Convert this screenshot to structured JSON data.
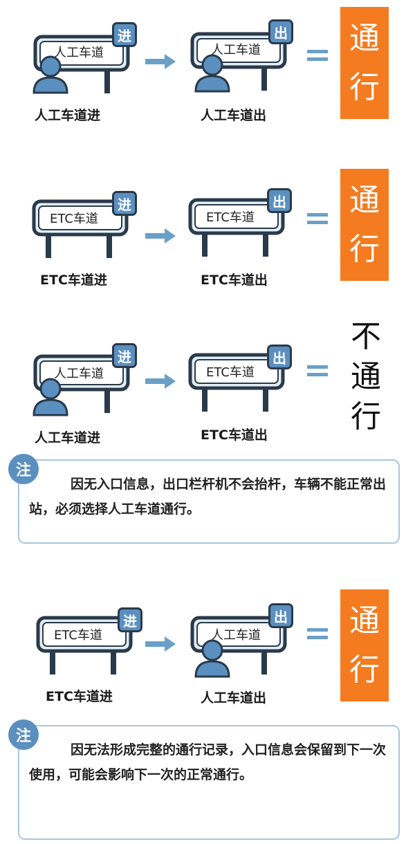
{
  "rows": [
    {
      "entry_sign": "人工车道",
      "entry_badge": "进",
      "entry_caption": "人工车道进",
      "exit_sign": "人工车道",
      "exit_badge": "出",
      "exit_caption": "人工车道出",
      "result": [
        "通",
        "行"
      ]
    },
    {
      "entry_sign": "ETC车道",
      "entry_badge": "进",
      "entry_caption": "ETC车道进",
      "exit_sign": "ETC车道",
      "exit_badge": "出",
      "exit_caption": "ETC车道出",
      "result": [
        "通",
        "行"
      ]
    },
    {
      "entry_sign": "人工车道",
      "entry_badge": "进",
      "entry_caption": "人工车道进",
      "exit_sign": "ETC车道",
      "exit_badge": "出",
      "exit_caption": "ETC车道出",
      "result": [
        "不",
        "通",
        "行"
      ]
    },
    {
      "entry_sign": "ETC车道",
      "entry_badge": "进",
      "entry_caption": "ETC车道进",
      "exit_sign": "人工车道",
      "exit_badge": "出",
      "exit_caption": "人工车道出",
      "result": [
        "通",
        "行"
      ]
    }
  ],
  "notes": [
    {
      "label": "注",
      "text": "因无入口信息，出口栏杆机不会抬杆，车辆不能正常出站，必须选择人工车道通行。"
    },
    {
      "label": "注",
      "text": "因无法形成完整的通行记录，入口信息会保留到下一次使用，可能会影响下一次的正常通行。"
    }
  ],
  "colors": {
    "accent": "#f47b20",
    "blue": "#5b8fc0",
    "frame": "#2a3a4a"
  }
}
